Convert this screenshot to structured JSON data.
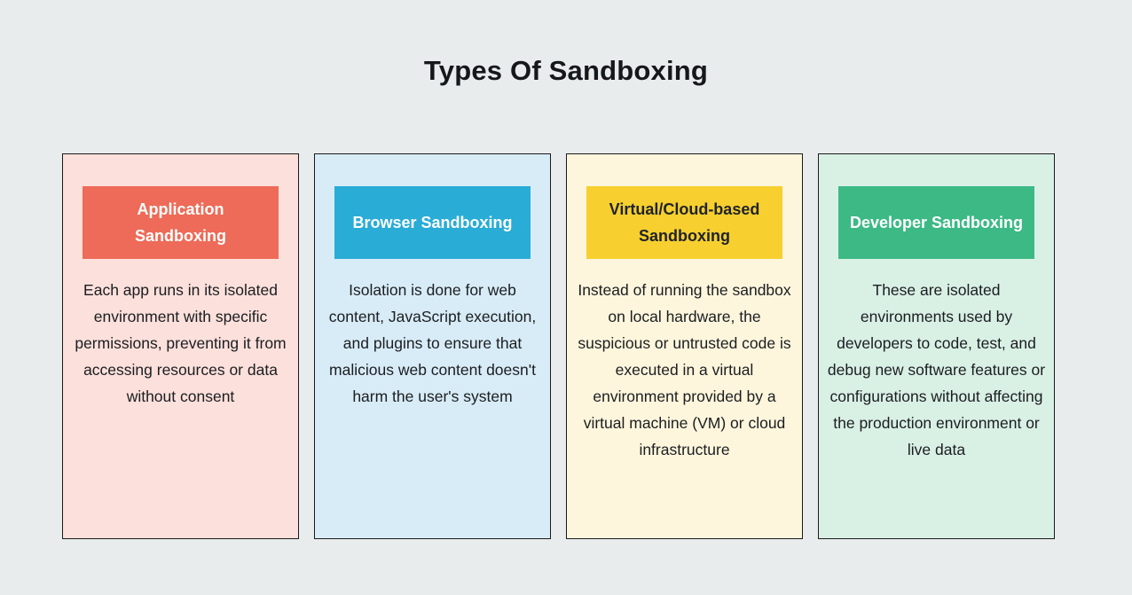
{
  "page": {
    "title": "Types Of Sandboxing",
    "background_color": "#E9ECED",
    "card_border_color": "#1A1A1A"
  },
  "cards": [
    {
      "header": "Application Sandboxing",
      "body": "Each app runs in its isolated environment with specific permissions, preventing it from accessing resources or data without consent",
      "colors": {
        "card_bg": "#FCE0DB",
        "header_bg": "#ED6B58",
        "header_text": "#FFFFFF"
      }
    },
    {
      "header": "Browser Sandboxing",
      "body": "Isolation is done for web content, JavaScript execution, and plugins to ensure that malicious web content doesn't harm the user's system",
      "colors": {
        "card_bg": "#D8ECF7",
        "header_bg": "#29ACD6",
        "header_text": "#FFFFFF"
      }
    },
    {
      "header": "Virtual/Cloud-based Sandboxing",
      "body": "Instead of running the sandbox on local hardware, the suspicious or untrusted code is executed in a virtual environment provided by a virtual machine (VM) or cloud infrastructure",
      "colors": {
        "card_bg": "#FDF6DC",
        "header_bg": "#F7CF2F",
        "header_text": "#1F2329"
      }
    },
    {
      "header": "Developer Sandboxing",
      "body": "These are isolated environments used by developers to code, test, and debug new software features or configurations without affecting the production environment or live data",
      "colors": {
        "card_bg": "#D9F0E5",
        "header_bg": "#3CB985",
        "header_text": "#FFFFFF"
      }
    }
  ]
}
